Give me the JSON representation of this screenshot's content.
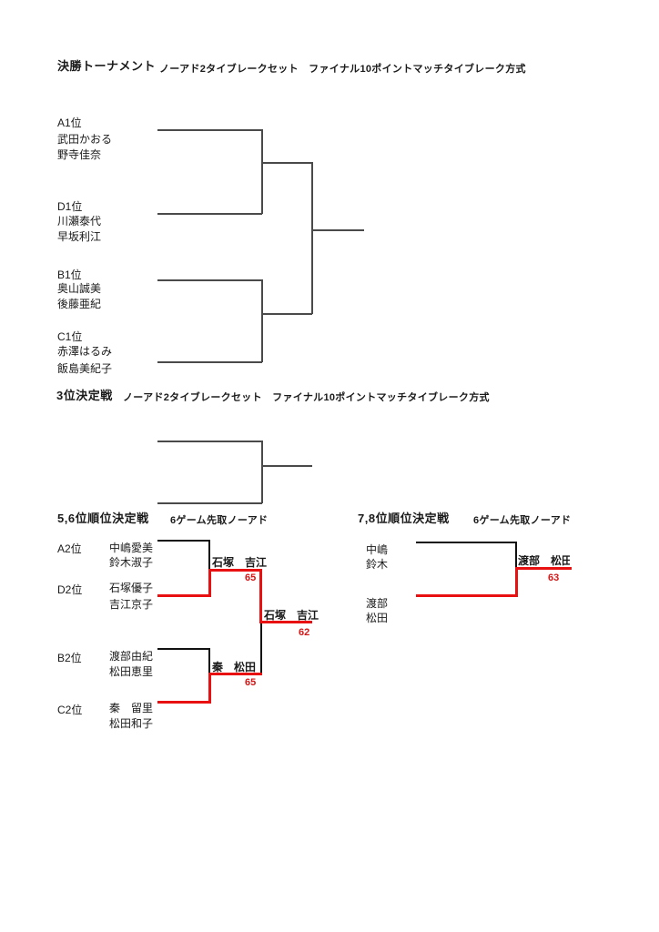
{
  "colors": {
    "winner_path_red": "#e81010",
    "score_red": "#d41616",
    "bracket_black": "#111111",
    "bracket_gray": "#4a4a4a",
    "page_background": "#ffffff"
  },
  "final_tournament": {
    "title": "決勝トーナメント",
    "subtitle": "ノーアド2タイブレークセット　ファイナル10ポイントマッチタイブレーク方式",
    "teams": [
      {
        "seed": "A1位",
        "p1": "武田かおる",
        "p2": "野寺佳奈"
      },
      {
        "seed": "D1位",
        "p1": "川瀬泰代",
        "p2": "早坂利江"
      },
      {
        "seed": "B1位",
        "p1": "奥山誠美",
        "p2": "後藤亜紀"
      },
      {
        "seed": "C1位",
        "p1": "赤澤はるみ",
        "p2": "飯島美紀子"
      }
    ]
  },
  "third_place": {
    "title": "3位決定戦",
    "subtitle": "ノーアド2タイブレークセット　ファイナル10ポイントマッチタイブレーク方式"
  },
  "place_5_6": {
    "title": "5,6位順位決定戦",
    "subtitle": "6ゲーム先取ノーアド",
    "teams": [
      {
        "seed": "A2位",
        "p1": "中嶋愛美",
        "p2": "鈴木淑子"
      },
      {
        "seed": "D2位",
        "p1": "石塚優子",
        "p2": "吉江京子"
      },
      {
        "seed": "B2位",
        "p1": "渡部由紀",
        "p2": "松田恵里"
      },
      {
        "seed": "C2位",
        "p1": "秦　留里",
        "p2": "松田和子"
      }
    ],
    "semi1": {
      "winner": "石塚　吉江",
      "score": "65"
    },
    "semi2": {
      "winner": "秦　松田",
      "score": "65"
    },
    "final": {
      "winner": "石塚　吉江",
      "score": "62"
    }
  },
  "place_7_8": {
    "title": "7,8位順位決定戦",
    "subtitle": "6ゲーム先取ノーアド",
    "team1": {
      "p1": "中嶋",
      "p2": "鈴木"
    },
    "team2": {
      "p1": "渡部",
      "p2": "松田"
    },
    "result": {
      "winner": "渡部　松田",
      "score": "63"
    }
  }
}
